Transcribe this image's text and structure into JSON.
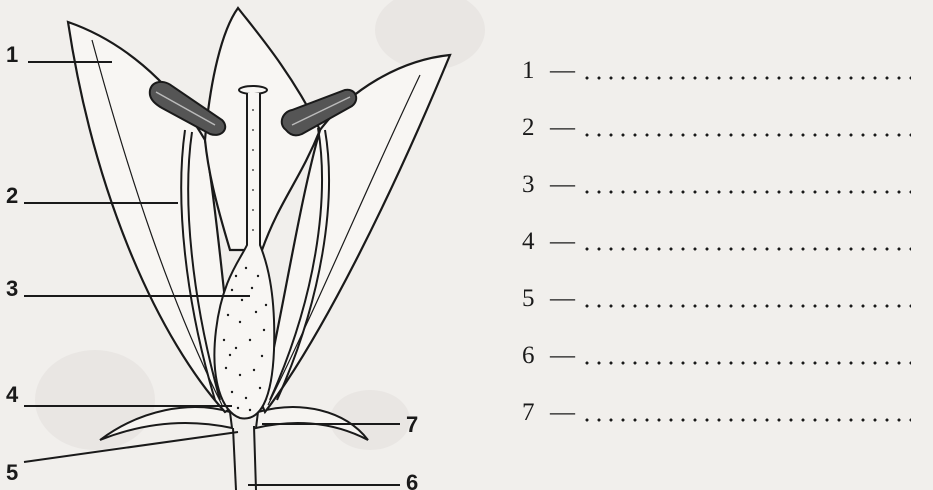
{
  "callouts": [
    "1",
    "2",
    "3",
    "4",
    "5",
    "6",
    "7"
  ],
  "answers": [
    {
      "num": "1",
      "dash": "—"
    },
    {
      "num": "2",
      "dash": "—"
    },
    {
      "num": "3",
      "dash": "—"
    },
    {
      "num": "4",
      "dash": "—"
    },
    {
      "num": "5",
      "dash": "—"
    },
    {
      "num": "6",
      "dash": "—"
    },
    {
      "num": "7",
      "dash": "—"
    }
  ],
  "colors": {
    "ink": "#1a1a1a",
    "paper": "#f1efec"
  }
}
